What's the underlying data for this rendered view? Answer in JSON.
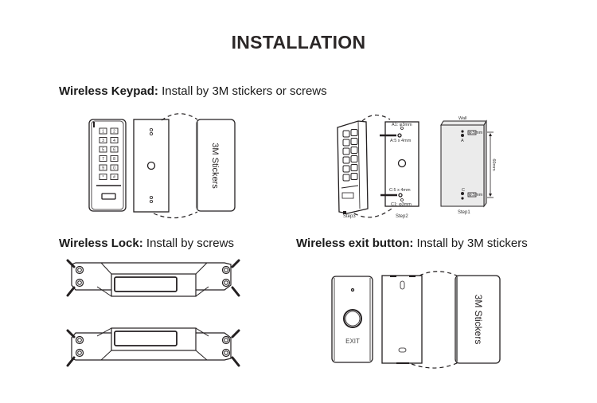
{
  "title": "INSTALLATION",
  "sections": {
    "keypad": {
      "name": "Wireless Keypad",
      "sep": ":",
      "desc": " Install by 3M stickers or screws"
    },
    "lock": {
      "name": "Wireless Lock",
      "sep": ":",
      "desc": " Install by screws"
    },
    "exit": {
      "name": "Wireless exit button",
      "sep": ":",
      "desc": " Install by 3M stickers"
    }
  },
  "keypad_diagram": {
    "keys": [
      "1",
      "2",
      "3",
      "4",
      "5",
      "6",
      "7",
      "8",
      "9",
      "0",
      "*",
      "#"
    ],
    "sticker_label": "3M Stickers"
  },
  "steps_diagram": {
    "a1": "A1: φ3mm",
    "a": "A:5 x 4mm",
    "c": "C:5 x 4mm",
    "c1": "C1: φ3mm",
    "step1": "Step1",
    "step2": "Step2",
    "step3": "Step3",
    "wall": "Wall",
    "hole_a": "φ.5mm",
    "hole_c": "φ.5mm",
    "label_a": "A",
    "label_c": "C",
    "distance": "60mm"
  },
  "exit_diagram": {
    "button_label": "EXIT",
    "sticker_label": "3M Stickers"
  }
}
